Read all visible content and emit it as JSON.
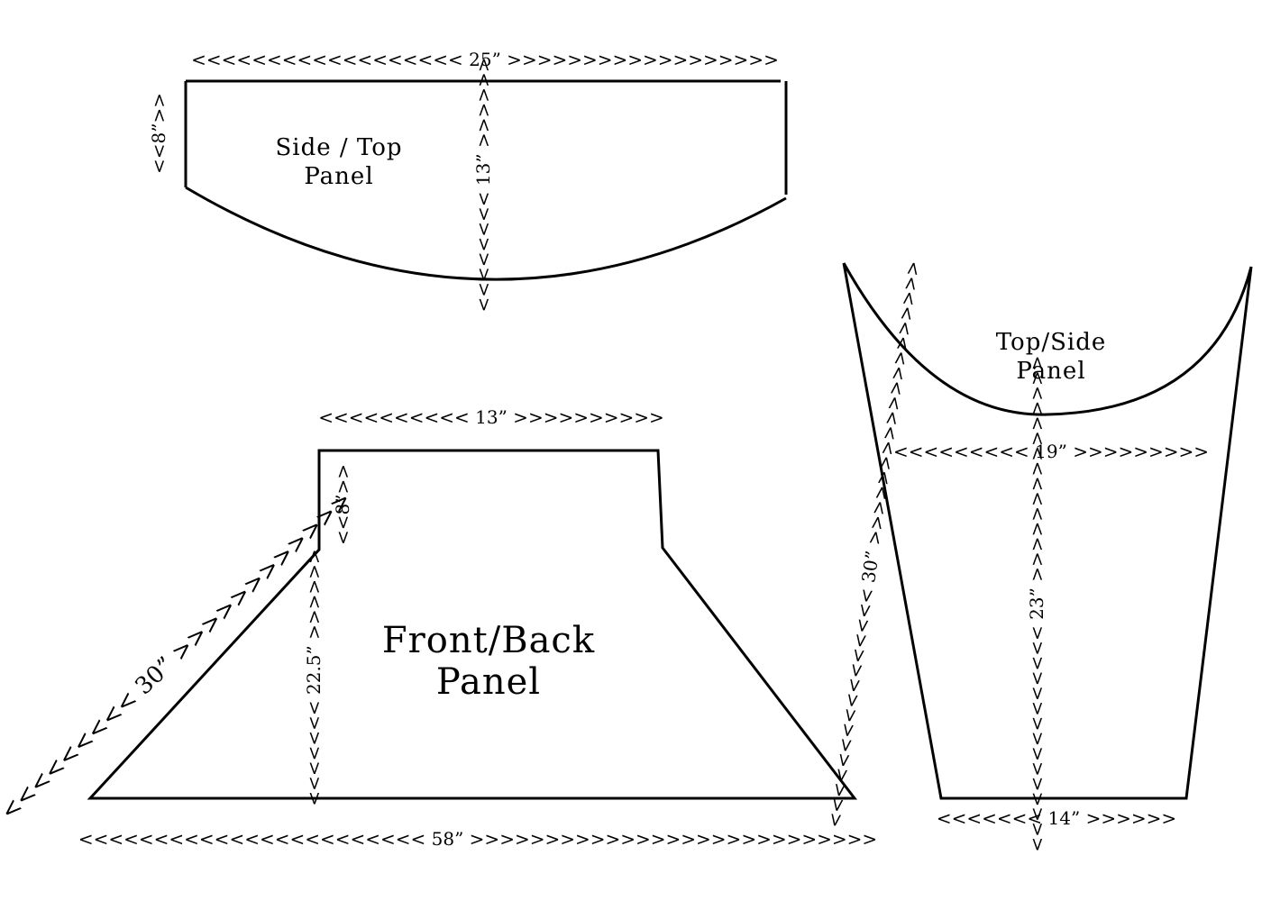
{
  "panels": {
    "side_top": {
      "label_line1": "Side / Top",
      "label_line2": "Panel",
      "dim_width": "<<<<<<<<<<<<<<<<<< 25” >>>>>>>>>>>>>>>>>>",
      "dim_side": "<<8”>>",
      "dim_height": "<<<<<<<< 13” >>>>>>"
    },
    "front_back": {
      "label_line1": "Front/Back",
      "label_line2": "Panel",
      "dim_top": "<<<<<<<<<<  13”  >>>>>>>>>>",
      "dim_notch": "<<8”>>",
      "dim_slant": "<<<<<<<<< 30” >>>>>>>>>>>>",
      "dim_height": "<<<<<<< 22.5” >>>>>>",
      "dim_bottom": "<<<<<<<<<<<<<<<<<<<<<<< 58” >>>>>>>>>>>>>>>>>>>>>>>>>>>"
    },
    "top_side": {
      "label_line1": "Top/Side",
      "label_line2": "Panel",
      "dim_width": "<<<<<<<<<   19” >>>>>>>>>",
      "dim_slant": "<<<<<<<<<<<<<<<< 30” >>>>>>>>>>>>>>>>>>>",
      "dim_height": "<<<<<<<<<<<<<<< 23” >>>>>>>>>>>>>>>",
      "dim_bottom": "<<<<<<< 14” >>>>>>"
    }
  }
}
